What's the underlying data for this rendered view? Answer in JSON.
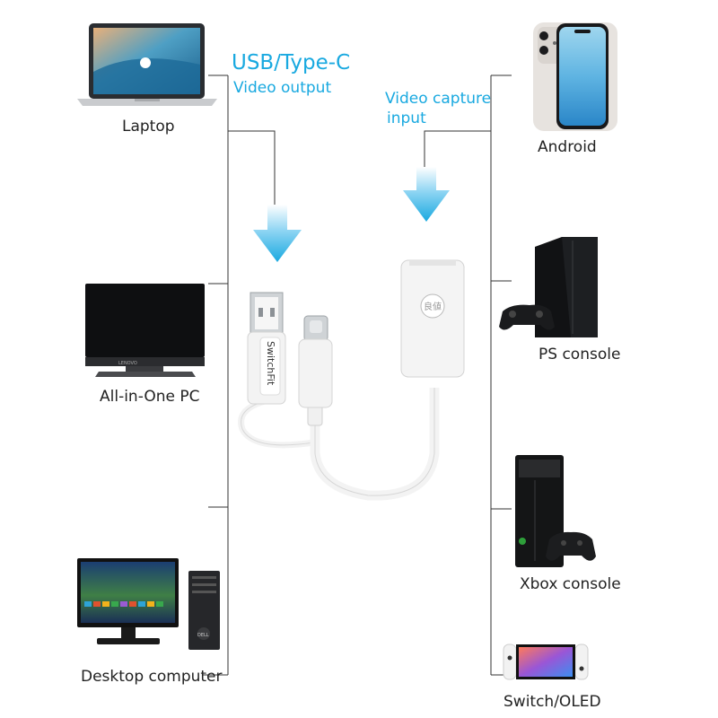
{
  "headings": {
    "output_title": "USB/Type-C",
    "output_subtitle": "Video output",
    "capture_line1": "Video capture",
    "capture_line2": "input"
  },
  "left_devices": [
    {
      "label": "Laptop"
    },
    {
      "label": "All-in-One PC"
    },
    {
      "label": "Desktop computer"
    }
  ],
  "right_devices": [
    {
      "label": "Android"
    },
    {
      "label": "PS console"
    },
    {
      "label": "Xbox console"
    },
    {
      "label": "Switch/OLED"
    }
  ],
  "product": {
    "dongle_brand": "SwitchFit",
    "badge_text": "良値",
    "monitor_brand": "LENOVO",
    "pc_brand": "DELL"
  },
  "colors": {
    "accent": "#19a9e0",
    "line": "#333333",
    "body": "#f3f3f3"
  }
}
